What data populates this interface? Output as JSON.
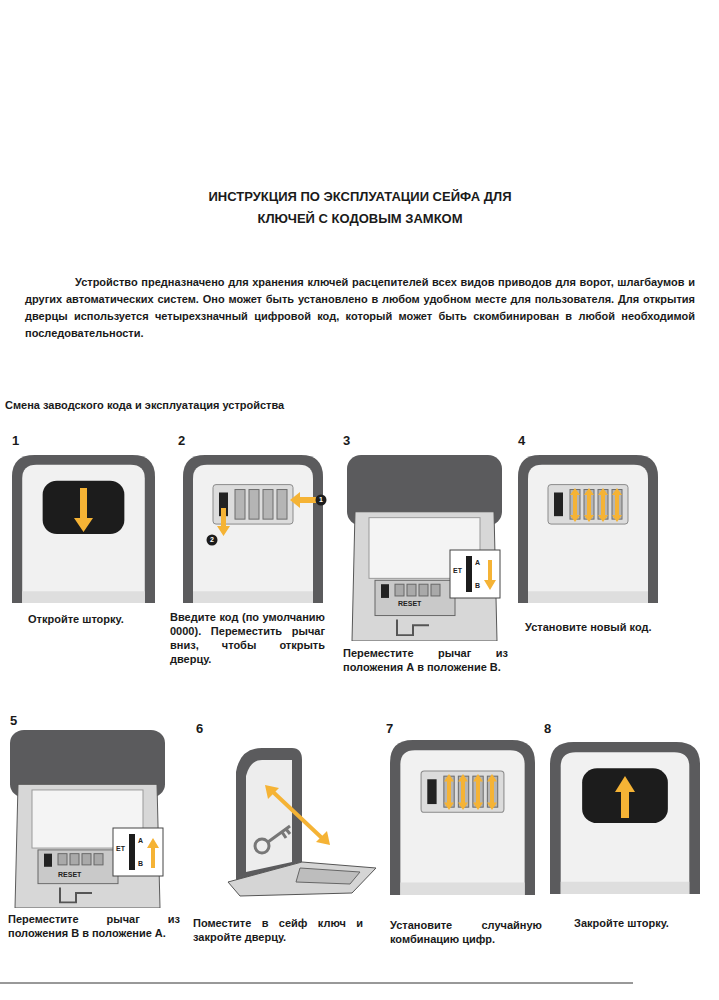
{
  "diagram": {
    "title": "ИНСТРУКЦИЯ ПО ЭКСПЛУАТАЦИИ СЕЙФА ДЛЯ КЛЮЧЕЙ С КОДОВЫМ ЗАМКОМ",
    "labels": [
      "Устройство предназначено для хранения ключей расцепителей всех видов приводов для ворот, шлагбаумов и других автоматических систем. Оно может быть установлено в любом удобном месте для пользователя. Для открытия дверцы используется четырехзначный цифровой код, который может быть скомбинирован в любой необходимой последовательности.",
      "Смена заводского кода и эксплуатация устройства",
      "1",
      "2",
      "3",
      "4",
      "Откройте шторку.",
      "Введите код (по умолчанию 0000). Переместить рычаг вниз, чтобы открыть дверцу.",
      "Переместите рычаг из положения А в положение В.",
      "Установите новый код.",
      "1",
      "2",
      "ET",
      "A",
      "B",
      "RESET",
      "5",
      "6",
      "7",
      "8",
      "Переместите рычаг из положения В в положение А.",
      "Поместите в сейф ключ и закройте дверцу.",
      "Установите случайную комбинацию цифр.",
      "Закройте шторку.",
      "ET",
      "A",
      "B",
      "RESET"
    ]
  }
}
